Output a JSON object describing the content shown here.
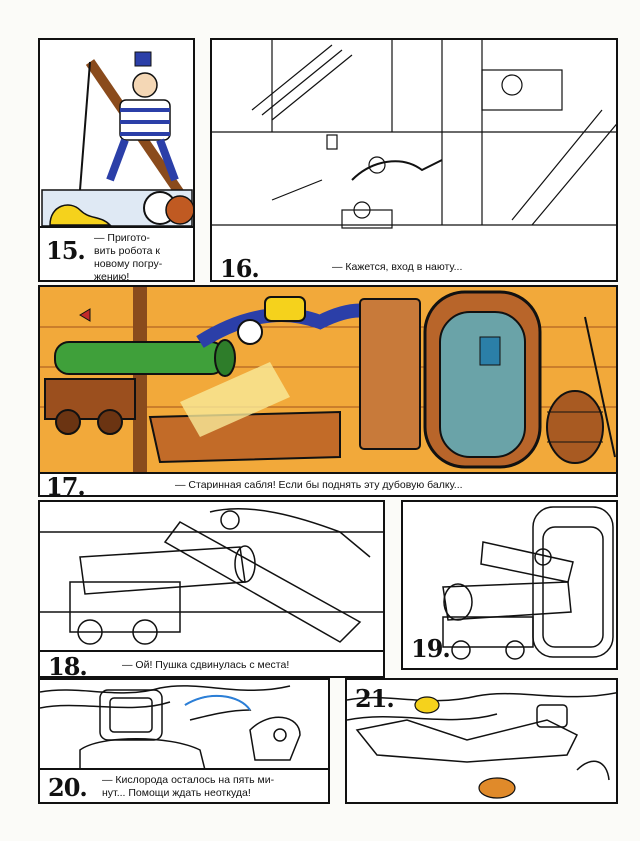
{
  "panels": [
    {
      "number": "15.",
      "lines": [
        "— Пригото-",
        "вить робота к",
        "новому погру-",
        "жению!"
      ]
    },
    {
      "number": "16.",
      "lines": [
        "— Кажется, вход в наюту..."
      ]
    },
    {
      "number": "17.",
      "lines": [
        "— Старинная сабля! Если бы поднять эту дубовую балку..."
      ]
    },
    {
      "number": "18.",
      "lines": [
        "— Ой! Пушка сдвинулась с места!"
      ]
    },
    {
      "number": "19.",
      "lines": []
    },
    {
      "number": "20.",
      "lines": [
        "— Кислорода осталось на пять ми-",
        "нут... Помощи ждать неоткуда!"
      ]
    },
    {
      "number": "21.",
      "lines": []
    }
  ],
  "colors": {
    "ink": "#111111",
    "panel17_bg": "#f2a93a",
    "cannon": "#3fa03a",
    "robot_blue": "#2b3fa8",
    "robot_yellow": "#f5d21c"
  }
}
